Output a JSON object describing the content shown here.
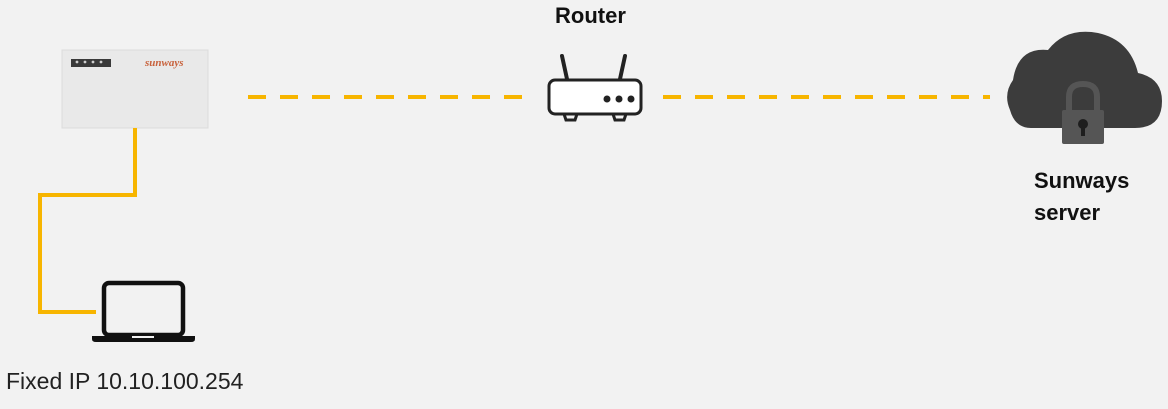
{
  "inverter": {
    "brand": "sunways"
  },
  "router": {
    "label": "Router"
  },
  "server": {
    "label_line1": "Sunways",
    "label_line2": "server"
  },
  "laptop": {
    "label": "Fixed IP 10.10.100.254"
  },
  "colors": {
    "background": "#f2f2f2",
    "connection": "#f7b500",
    "cloud": "#3c3c3c",
    "lock": "#555555",
    "inverter_body": "#e9e9e9"
  },
  "icons": {
    "inverter": "inverter-device-icon",
    "router": "router-icon",
    "cloud": "cloud-lock-icon",
    "laptop": "laptop-icon"
  }
}
